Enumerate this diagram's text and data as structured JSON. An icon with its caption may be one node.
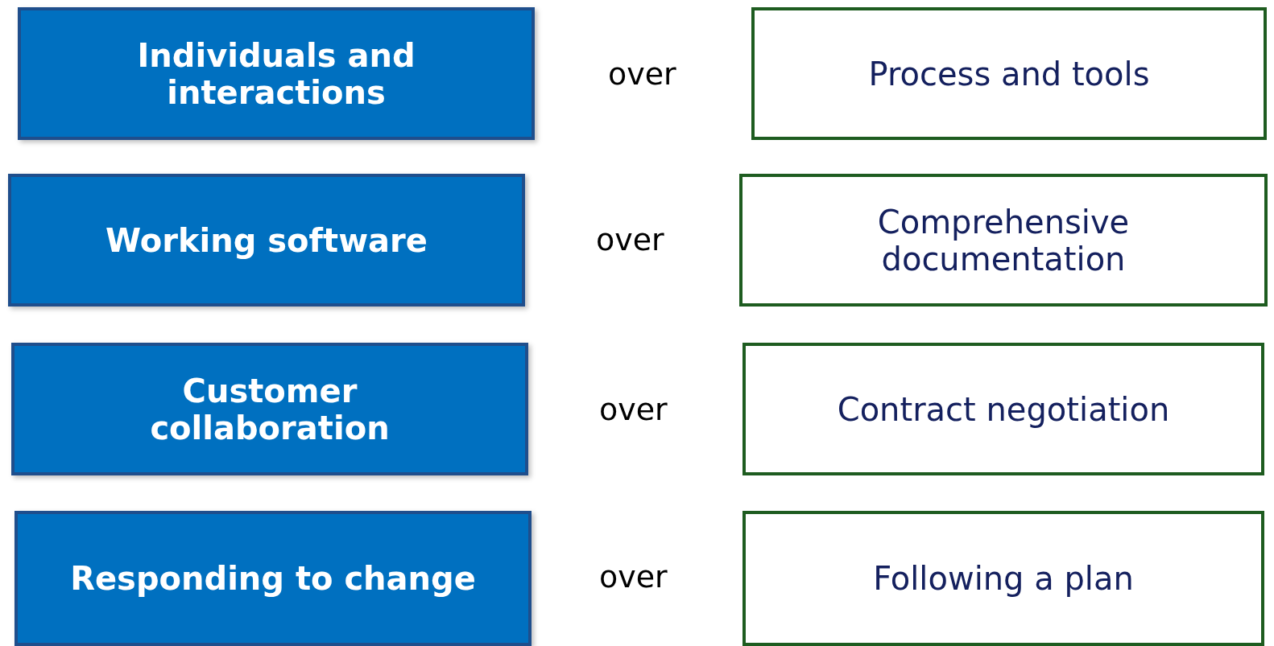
{
  "diagram": {
    "nodes": [
      {
        "text": [
          "Individuals and interactions"
        ]
      },
      {
        "text": [
          "Process and tools"
        ]
      },
      {
        "text": [
          "Working software"
        ]
      },
      {
        "text": [
          "Comprehensive documentation"
        ]
      },
      {
        "text": [
          "Customer collaboration"
        ]
      },
      {
        "text": [
          "Contract negotiation"
        ]
      },
      {
        "text": [
          "Responding to change"
        ]
      },
      {
        "text": [
          "Following a plan"
        ]
      }
    ],
    "edges": [],
    "labels": [
      "over",
      "over",
      "over",
      "over"
    ]
  }
}
